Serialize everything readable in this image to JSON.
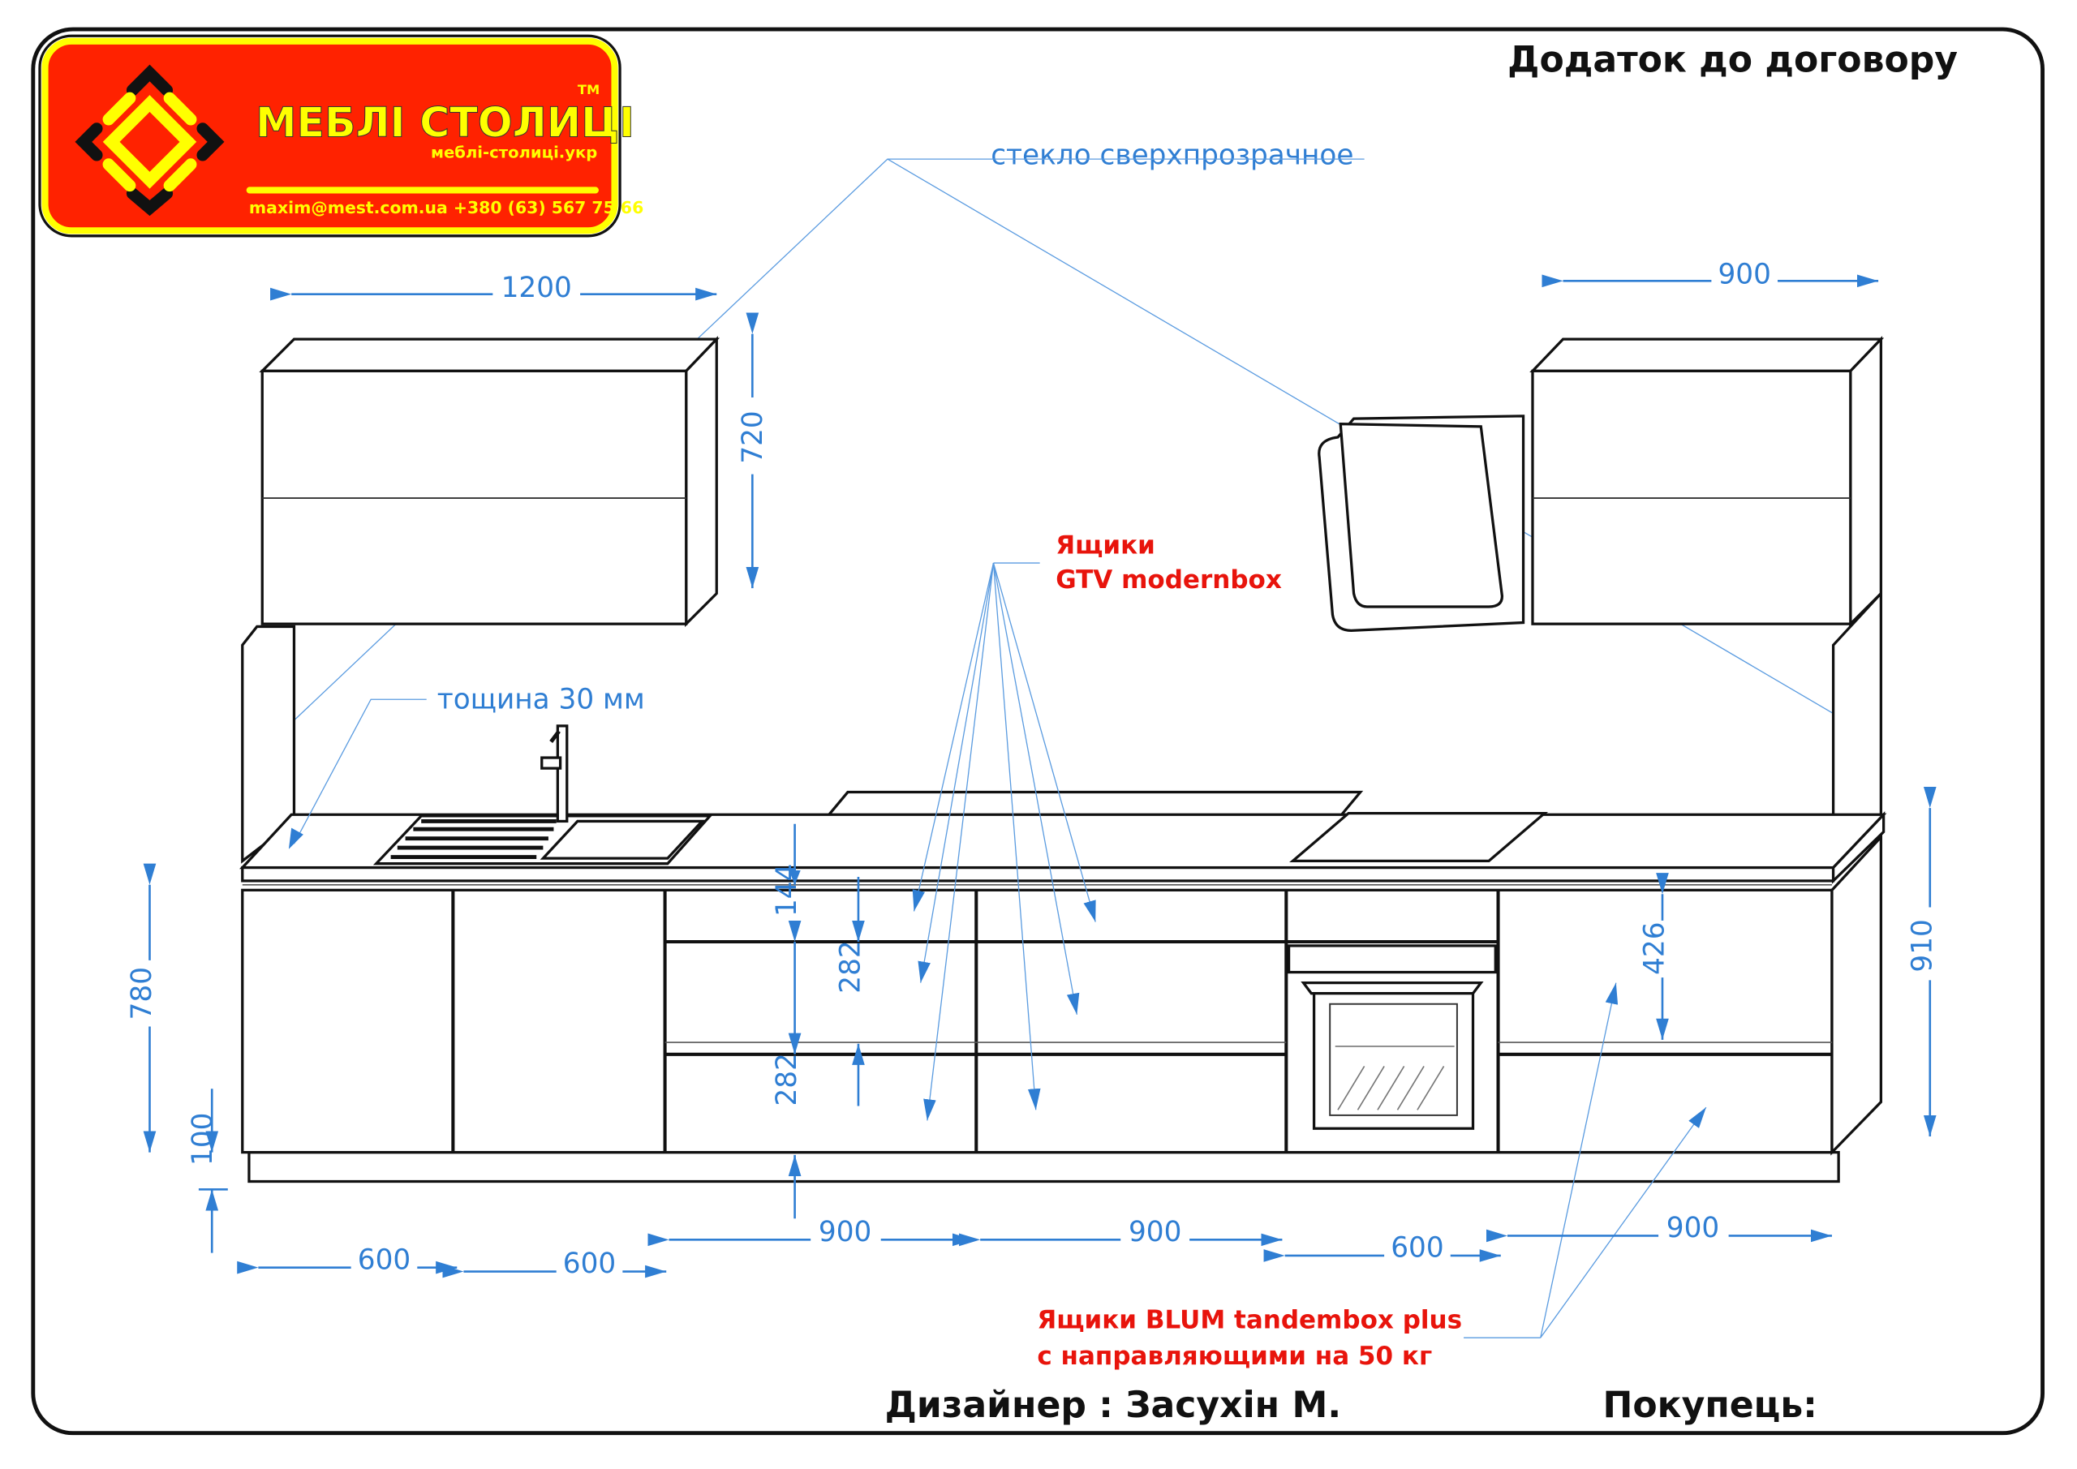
{
  "logo": {
    "brand": "МЕБЛІ СТОЛИЦІ",
    "tm": "TM",
    "site": "меблі-столиці.укр",
    "contacts": "maxim@mest.com.ua  +380 (63) 567 75 66"
  },
  "header": {
    "title": "Додаток до договору"
  },
  "annotations": {
    "glass": "стекло сверхпрозрачное",
    "thickness": "тощина 30 мм",
    "gtv_line1": "Ящики",
    "gtv_line2": "GTV modernbox",
    "blum_line1": "Ящики BLUM tandembox plus",
    "blum_line2": "с направляющими на 50 кг"
  },
  "dimensions": {
    "upper_left_width": "1200",
    "upper_left_height": "720",
    "upper_right_width": "900",
    "base_height": "780",
    "plinth": "100",
    "total_height": "910",
    "drawer_top": "144",
    "drawer_mid": "282",
    "drawer_low": "282",
    "blum_drawer": "426",
    "bottom": [
      "600",
      "600",
      "900",
      "900",
      "600",
      "900"
    ]
  },
  "footer": {
    "designer": "Дизайнер : Засухін М.",
    "buyer": "Покупець:"
  },
  "colors": {
    "dimension": "#2f7ed3",
    "note": "#e8140c",
    "logo_bg": "#ff2200",
    "logo_fg": "#ffff00"
  }
}
